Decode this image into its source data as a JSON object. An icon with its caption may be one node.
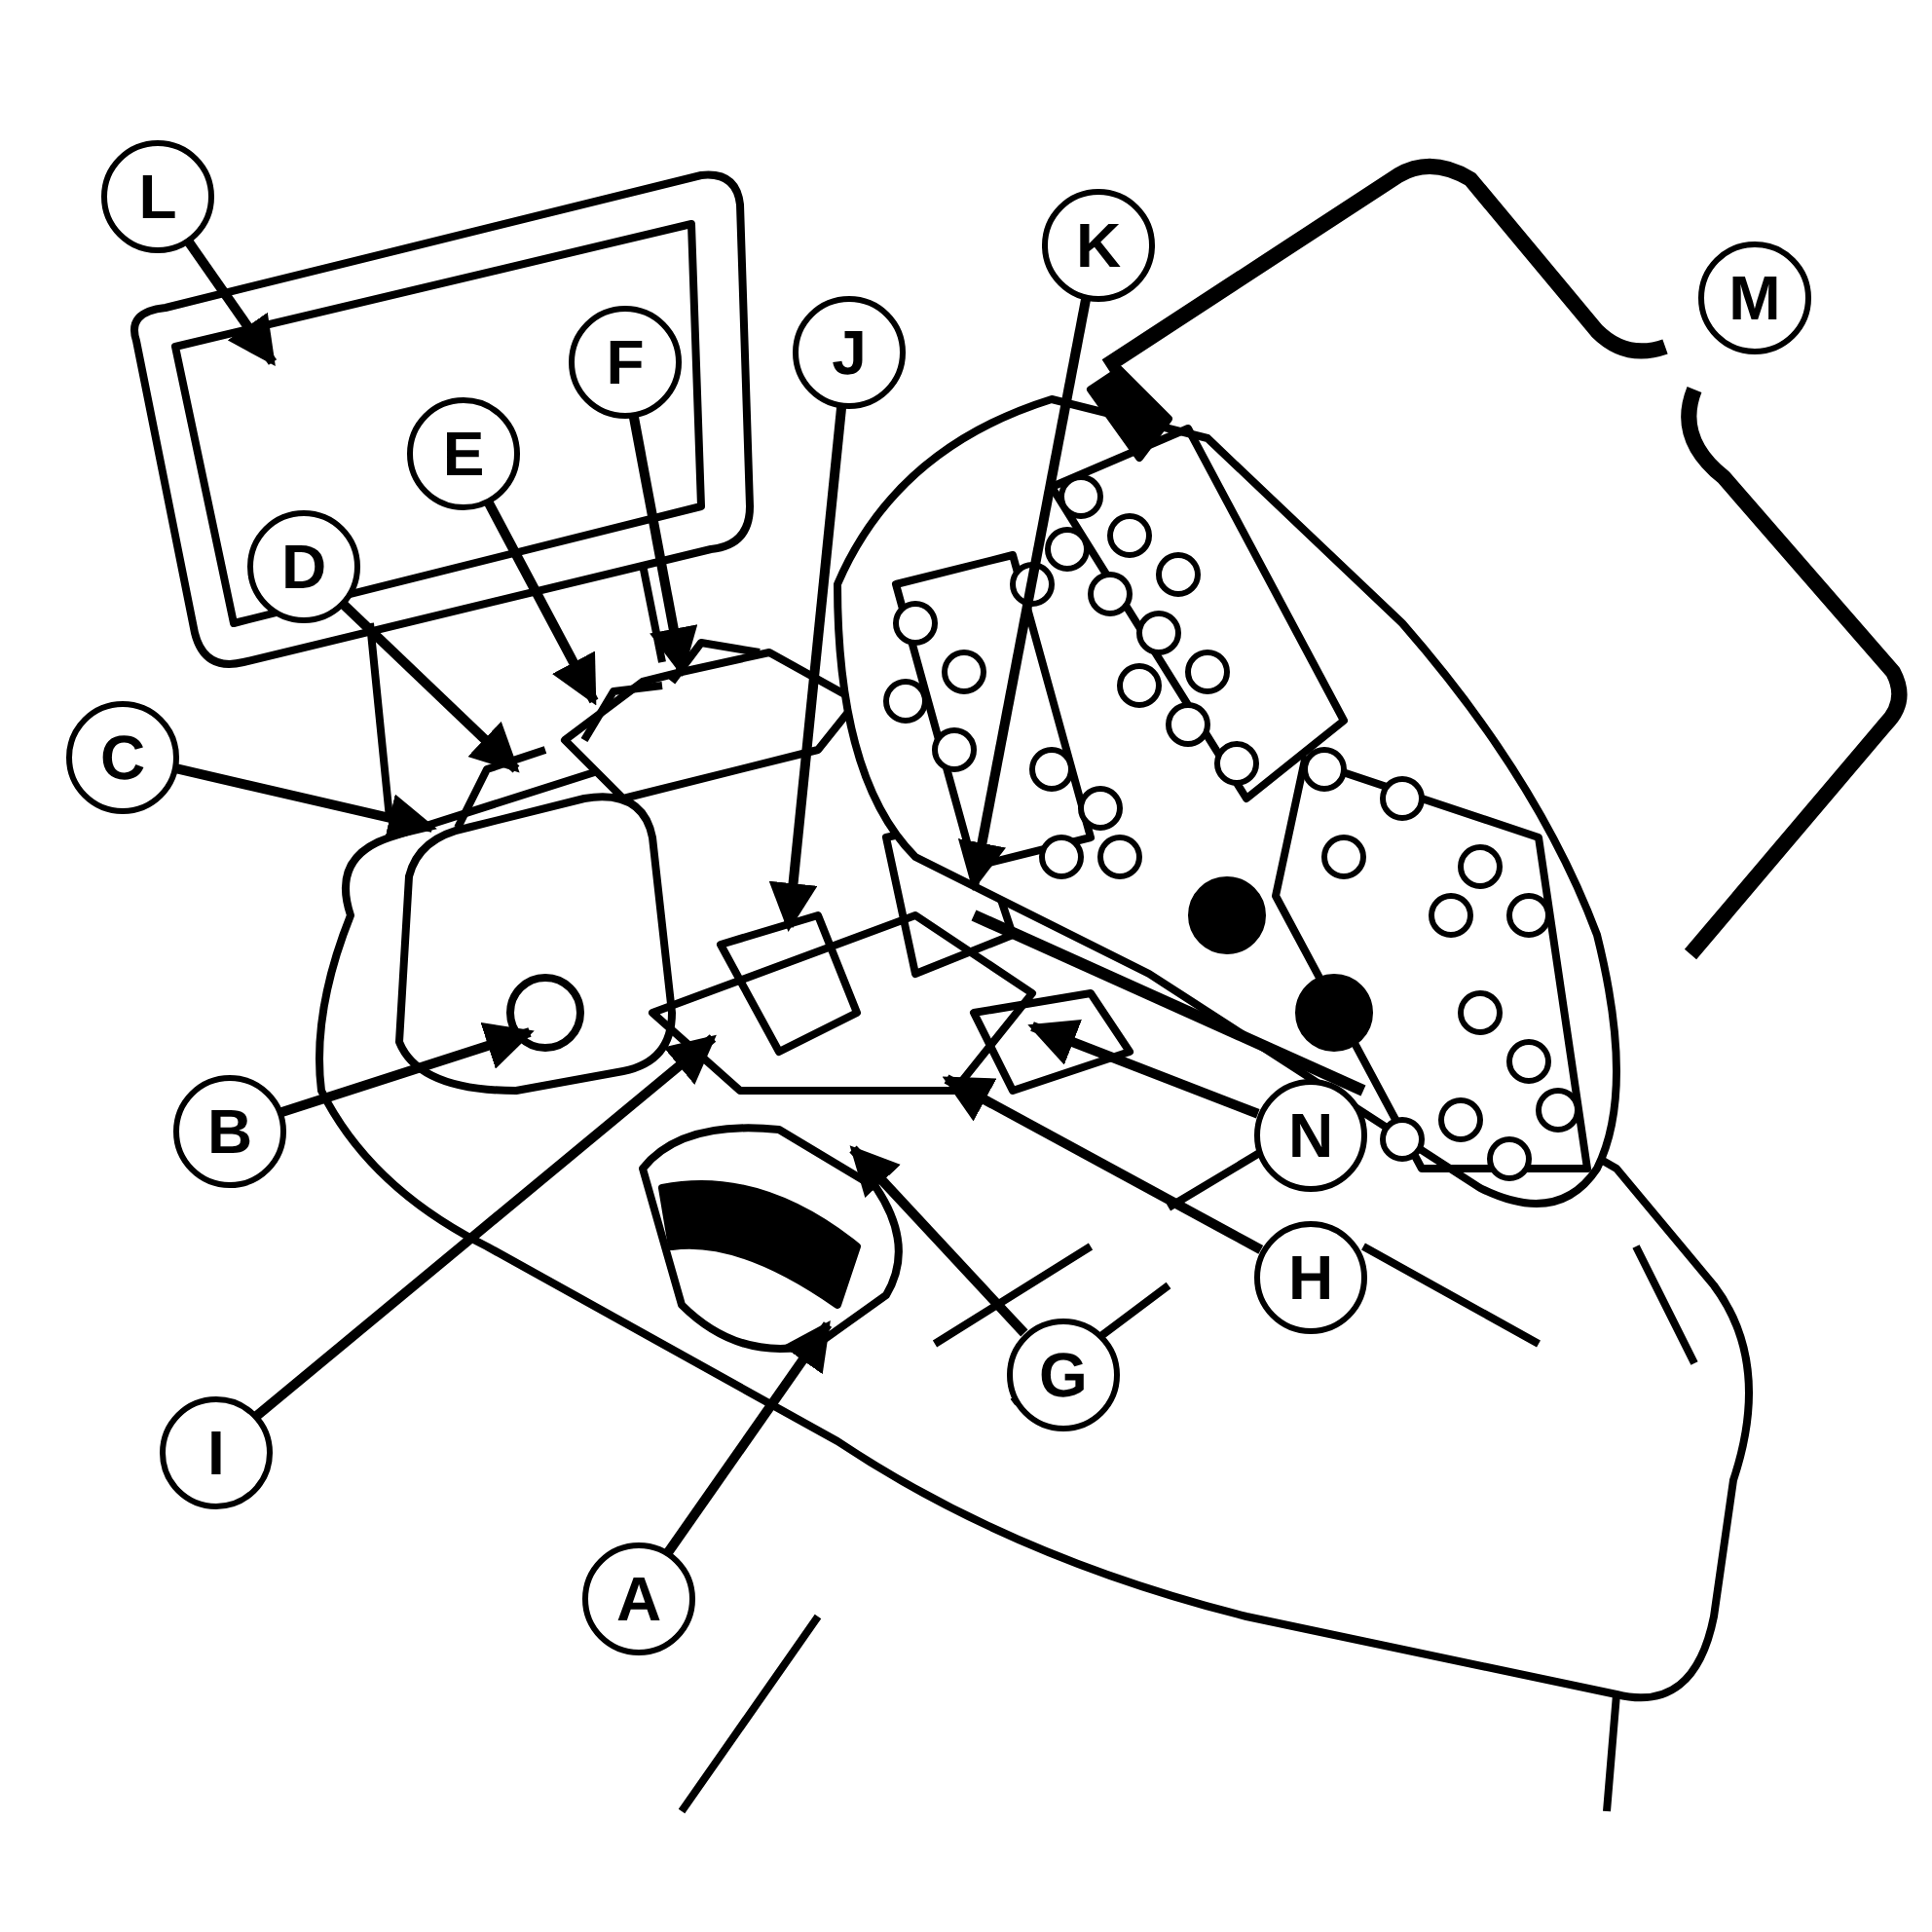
{
  "diagram": {
    "nodes": [
      {
        "text": [
          "L"
        ]
      },
      {
        "text": [
          "K"
        ]
      },
      {
        "text": [
          "M"
        ]
      },
      {
        "text": [
          "J"
        ]
      },
      {
        "text": [
          "F"
        ]
      },
      {
        "text": [
          "E"
        ]
      },
      {
        "text": [
          "D"
        ]
      },
      {
        "text": [
          "C"
        ]
      },
      {
        "text": [
          "B"
        ]
      },
      {
        "text": [
          "N"
        ]
      },
      {
        "text": [
          "H"
        ]
      },
      {
        "text": [
          "G"
        ]
      },
      {
        "text": [
          "I"
        ]
      },
      {
        "text": [
          "A"
        ]
      }
    ],
    "edges": [
      {
        "from": 0,
        "to": null,
        "arrow": "to"
      },
      {
        "from": 1,
        "to": null,
        "arrow": "to"
      },
      {
        "from": 3,
        "to": null,
        "arrow": "to"
      },
      {
        "from": 4,
        "to": null,
        "arrow": "to"
      },
      {
        "from": 5,
        "to": null,
        "arrow": "to"
      },
      {
        "from": 6,
        "to": null,
        "arrow": "to"
      },
      {
        "from": 7,
        "to": null,
        "arrow": "to"
      },
      {
        "from": 8,
        "to": null,
        "arrow": "to"
      },
      {
        "from": 9,
        "to": null,
        "arrow": "to"
      },
      {
        "from": 10,
        "to": null,
        "arrow": "to"
      },
      {
        "from": 11,
        "to": null,
        "arrow": "to"
      },
      {
        "from": 12,
        "to": null,
        "arrow": "to"
      },
      {
        "from": 13,
        "to": null,
        "arrow": "to"
      }
    ]
  }
}
